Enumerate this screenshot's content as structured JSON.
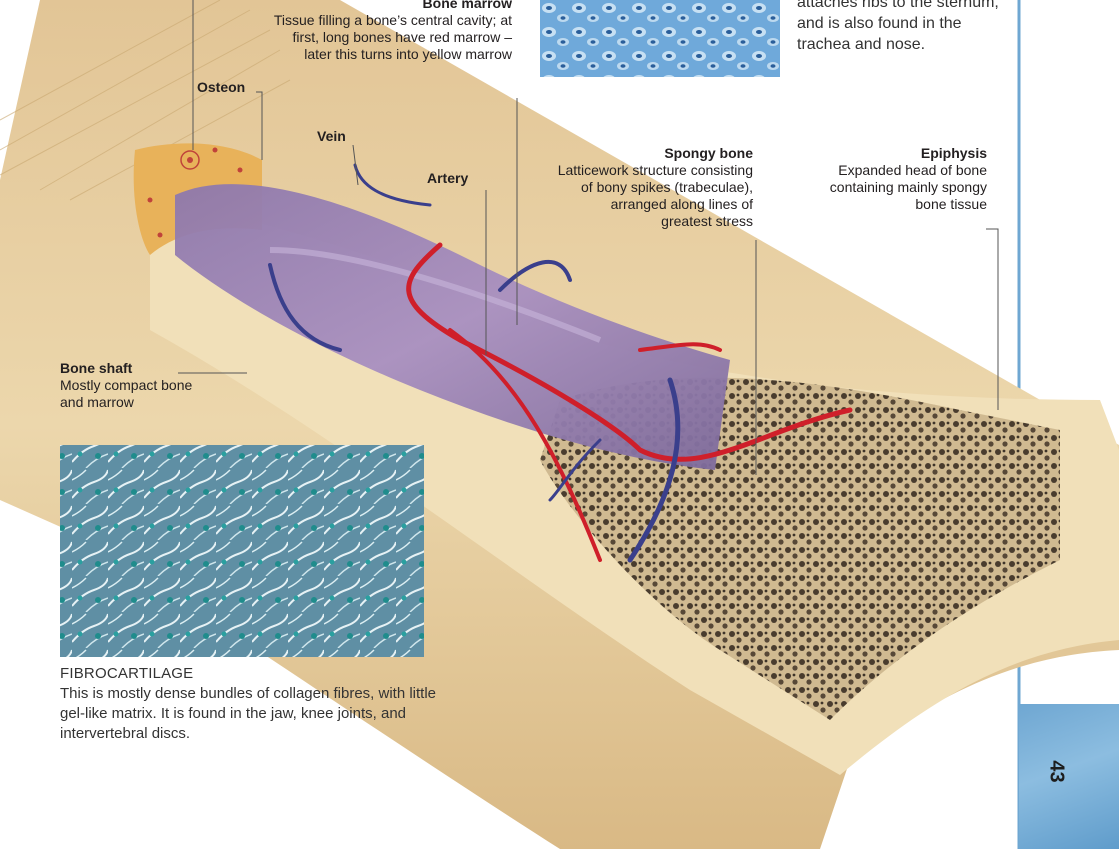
{
  "labels": {
    "bone_marrow": {
      "title": "Bone marrow",
      "desc": "Tissue filling a bone’s central cavity; at first, long bones have red marrow – later this turns into yellow marrow"
    },
    "osteon": {
      "title": "Osteon"
    },
    "vein": {
      "title": "Vein"
    },
    "artery": {
      "title": "Artery"
    },
    "spongy_bone": {
      "title": "Spongy bone",
      "desc": "Latticework structure consisting of bony spikes (trabeculae), arranged along lines of greatest stress"
    },
    "epiphysis": {
      "title": "Epiphysis",
      "desc": "Expanded head of bone containing mainly spongy bone tissue"
    },
    "bone_shaft": {
      "title": "Bone shaft",
      "desc": "Mostly compact bone and marrow"
    }
  },
  "top_right_text": "attaches ribs to the sternum, and is also found in the trachea and nose.",
  "fibrocartilage": {
    "title": "FIBROCARTILAGE",
    "body": "This is mostly dense bundles of collagen fibres, with little gel-like matrix. It is found in the jaw, knee joints, and intervertebral discs."
  },
  "page_number": "43",
  "colors": {
    "bone_surface": "#e9d4a8",
    "cortex": "#f2e2bd",
    "marrow": "#9c82b6",
    "artery": "#d0202a",
    "vein": "#3a3f8c",
    "leader_line": "#555555",
    "page_tab": "#74aad6"
  }
}
